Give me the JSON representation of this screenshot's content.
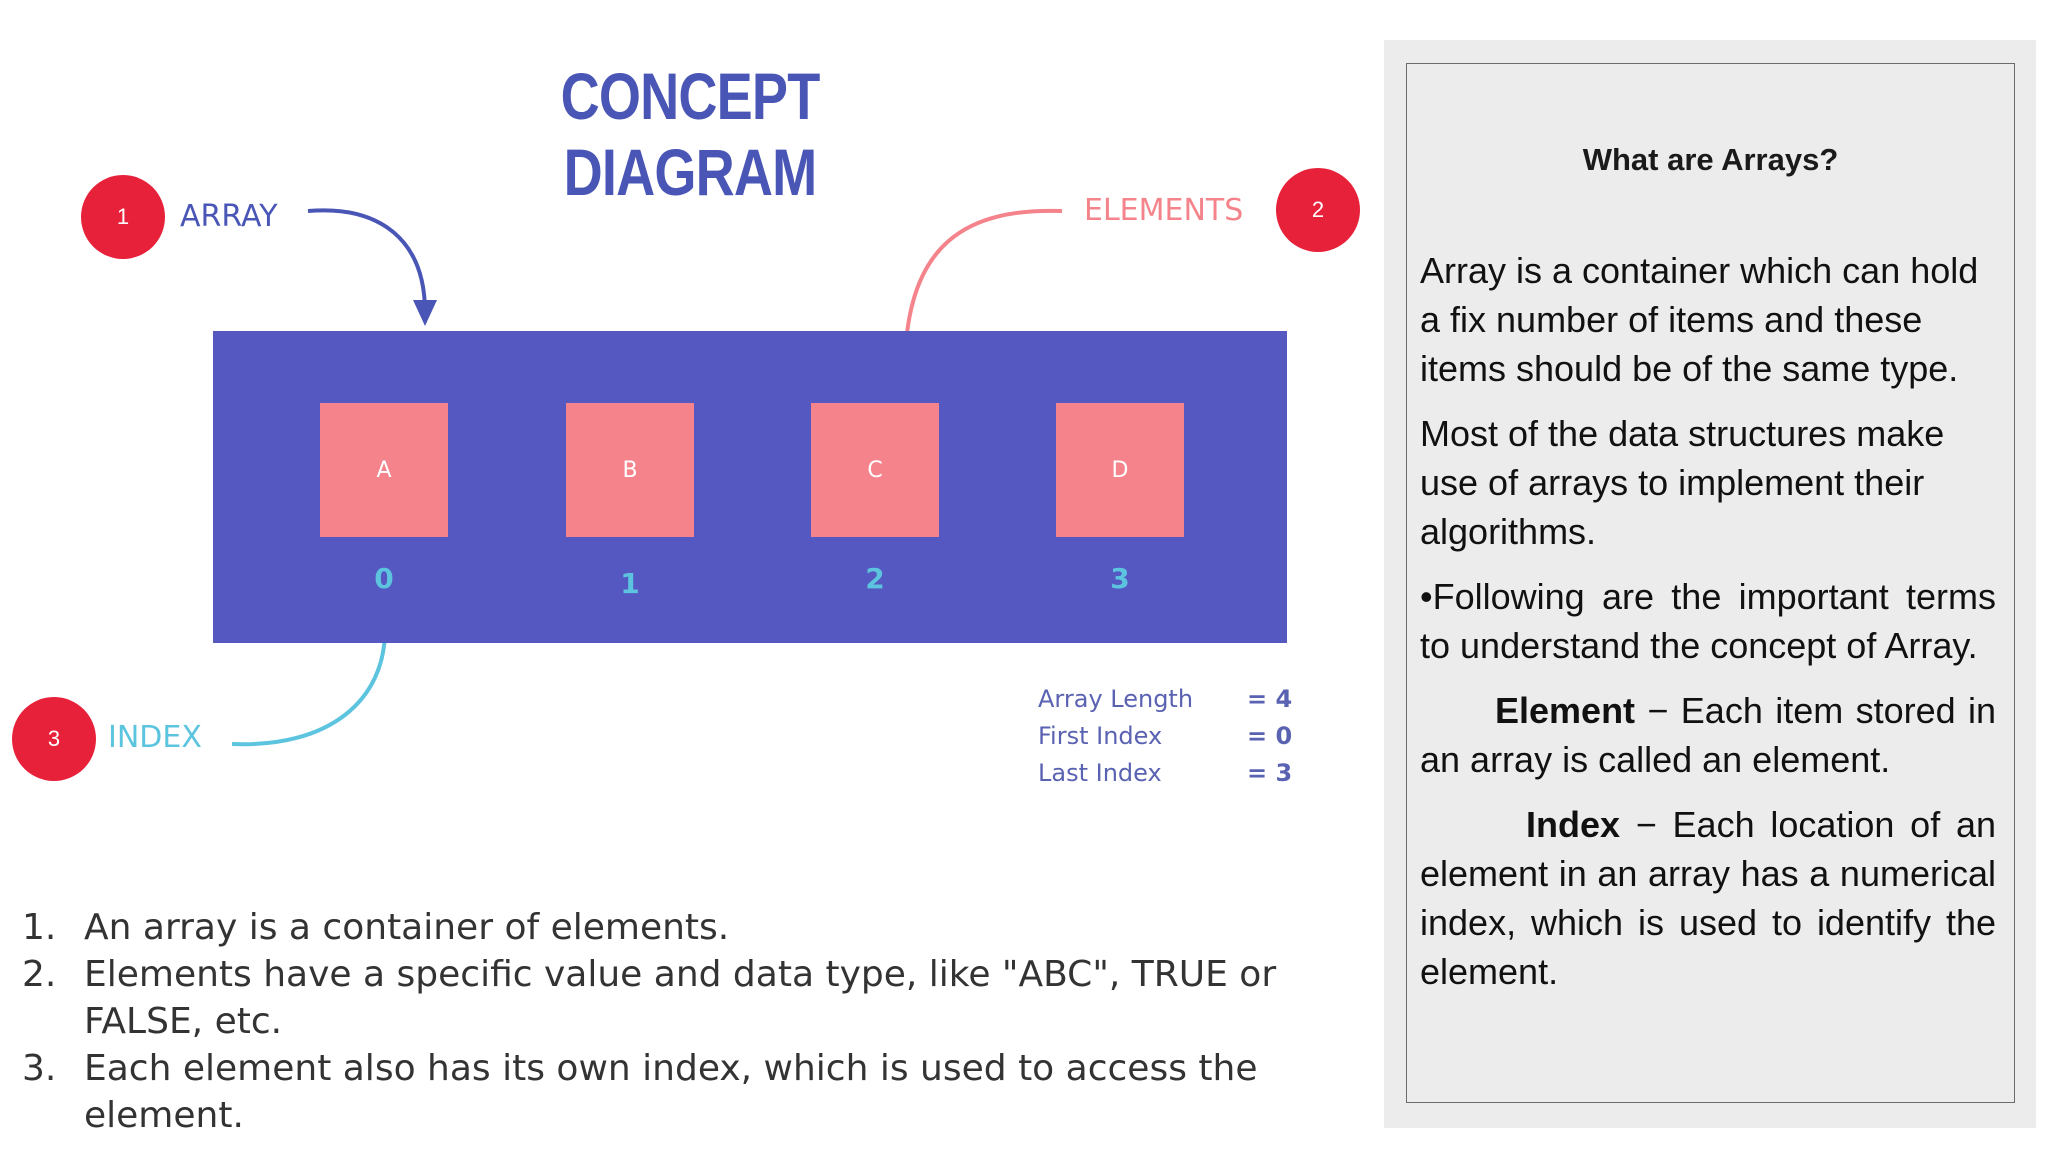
{
  "diagram": {
    "title": "CONCEPT DIAGRAM",
    "callouts": [
      {
        "number": "1",
        "label": "ARRAY"
      },
      {
        "number": "2",
        "label": "ELEMENTS"
      },
      {
        "number": "3",
        "label": "INDEX"
      }
    ],
    "cells": [
      "A",
      "B",
      "C",
      "D"
    ],
    "indices": [
      "0",
      "1",
      "2",
      "3"
    ],
    "stats": [
      {
        "label": "Array Length",
        "value": "= 4"
      },
      {
        "label": "First Index",
        "value": "= 0"
      },
      {
        "label": "Last Index",
        "value": "= 3"
      }
    ],
    "colors": {
      "title": "#4a56b5",
      "array_box": "#5458c0",
      "cell": "#f4838b",
      "index": "#5cc4de",
      "badge": "#e8213a",
      "array_arrow": "#4a56b5",
      "elements_arrow": "#f4838b",
      "index_arrow": "#5cc4de"
    }
  },
  "summary": [
    {
      "num": "1.",
      "text": "An array is a container of elements."
    },
    {
      "num": "2.",
      "text": "Elements have a specific value and data type, like \"ABC\", TRUE or FALSE, etc."
    },
    {
      "num": "3.",
      "text": "Each element also has its own index, which is used to access the element."
    }
  ],
  "panel": {
    "title": "What are Arrays?",
    "para1": "Array is a container which can hold a fix number of items and these items should be of the same type.",
    "para2": "Most of the data structures make use of arrays to implement their algorithms.",
    "para3": "•Following are the important terms to understand the concept of Array.",
    "element_term": "Element",
    "element_def": " − Each item stored in an array is called an element.",
    "index_term": "Index",
    "index_def": " − Each location of an element in an array has a numerical index, which is used to identify the element."
  }
}
